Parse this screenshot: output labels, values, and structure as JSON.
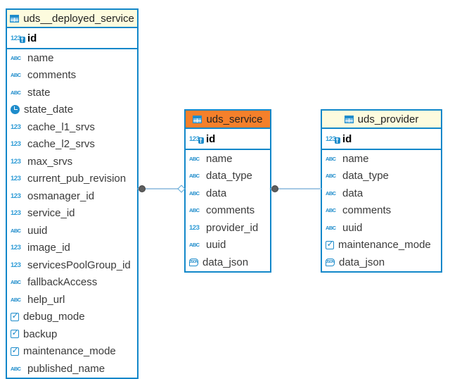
{
  "app": {
    "view": "entity-relationship-diagram"
  },
  "colors": {
    "table_border": "#1287C9",
    "header_default": "#FDFBDE",
    "header_highlight": "#F5802B",
    "icon_blue": "#1E8CCB",
    "relation_line": "#A5C9E5",
    "relation_dot": "#5E5E5E"
  },
  "icon_glyphs": {
    "number": "123",
    "string": "ABC",
    "json": "JSON"
  },
  "diagram": {
    "tables": [
      {
        "name": "uds__deployed_service",
        "header": "default",
        "columns": [
          {
            "name": "id",
            "type": "number",
            "pk": true
          },
          {
            "name": "name",
            "type": "string"
          },
          {
            "name": "comments",
            "type": "string"
          },
          {
            "name": "state",
            "type": "string"
          },
          {
            "name": "state_date",
            "type": "datetime"
          },
          {
            "name": "cache_l1_srvs",
            "type": "number"
          },
          {
            "name": "cache_l2_srvs",
            "type": "number"
          },
          {
            "name": "max_srvs",
            "type": "number"
          },
          {
            "name": "current_pub_revision",
            "type": "number"
          },
          {
            "name": "osmanager_id",
            "type": "number"
          },
          {
            "name": "service_id",
            "type": "number"
          },
          {
            "name": "uuid",
            "type": "string"
          },
          {
            "name": "image_id",
            "type": "number"
          },
          {
            "name": "servicesPoolGroup_id",
            "type": "number"
          },
          {
            "name": "fallbackAccess",
            "type": "string"
          },
          {
            "name": "help_url",
            "type": "string"
          },
          {
            "name": "debug_mode",
            "type": "boolean"
          },
          {
            "name": "backup",
            "type": "boolean"
          },
          {
            "name": "maintenance_mode",
            "type": "boolean"
          },
          {
            "name": "published_name",
            "type": "string"
          }
        ]
      },
      {
        "name": "uds_service",
        "header": "highlight",
        "columns": [
          {
            "name": "id",
            "type": "number",
            "pk": true
          },
          {
            "name": "name",
            "type": "string"
          },
          {
            "name": "data_type",
            "type": "string"
          },
          {
            "name": "data",
            "type": "string"
          },
          {
            "name": "comments",
            "type": "string"
          },
          {
            "name": "provider_id",
            "type": "number"
          },
          {
            "name": "uuid",
            "type": "string"
          },
          {
            "name": "data_json",
            "type": "json"
          }
        ]
      },
      {
        "name": "uds_provider",
        "header": "default",
        "columns": [
          {
            "name": "id",
            "type": "number",
            "pk": true
          },
          {
            "name": "name",
            "type": "string"
          },
          {
            "name": "data_type",
            "type": "string"
          },
          {
            "name": "data",
            "type": "string"
          },
          {
            "name": "comments",
            "type": "string"
          },
          {
            "name": "uuid",
            "type": "string"
          },
          {
            "name": "maintenance_mode",
            "type": "boolean"
          },
          {
            "name": "data_json",
            "type": "json"
          }
        ]
      }
    ],
    "relations": [
      {
        "from": "uds__deployed_service",
        "to": "uds_service",
        "from_end": "dot",
        "to_end": "diamond"
      },
      {
        "from": "uds_service",
        "to": "uds_provider",
        "from_end": "dot",
        "to_end": "none"
      }
    ]
  }
}
